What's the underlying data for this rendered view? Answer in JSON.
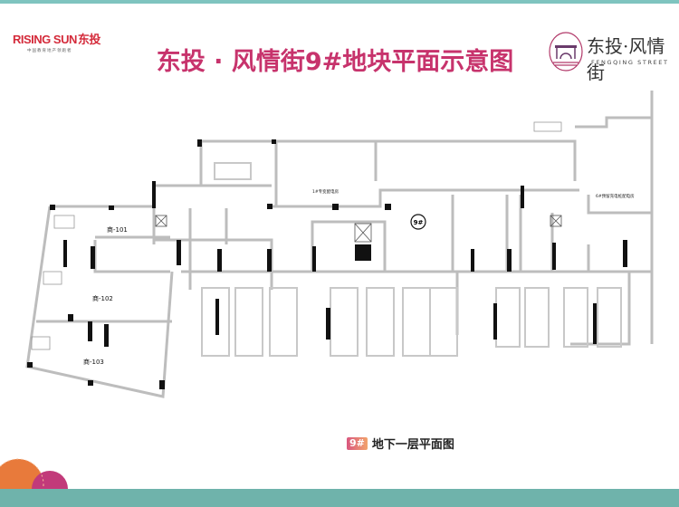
{
  "header": {
    "brand_logo": "RISING SUN",
    "brand_logo_cn": "东投",
    "brand_tagline": "中国教育地产领跑者",
    "title": "东投 · 风情街9#地块平面示意图",
    "project_logo_cn": "东投·风情街",
    "project_logo_en": "FENGQING STREET"
  },
  "plan": {
    "rooms": {
      "shop_101": "商-101",
      "shop_102": "商-102",
      "shop_103": "商-103",
      "substation_1": "1#专变配电房",
      "substation_6": "6#预留充电桩配电房"
    },
    "badge_9": "9#"
  },
  "legend": {
    "badge": "9#",
    "label": "地下一层平面图"
  },
  "colors": {
    "title": "#c7336c",
    "brand_red": "#d42a3a",
    "teal": "#6fb3ab",
    "wall": "#bdbdbd",
    "pillar": "#111111"
  }
}
